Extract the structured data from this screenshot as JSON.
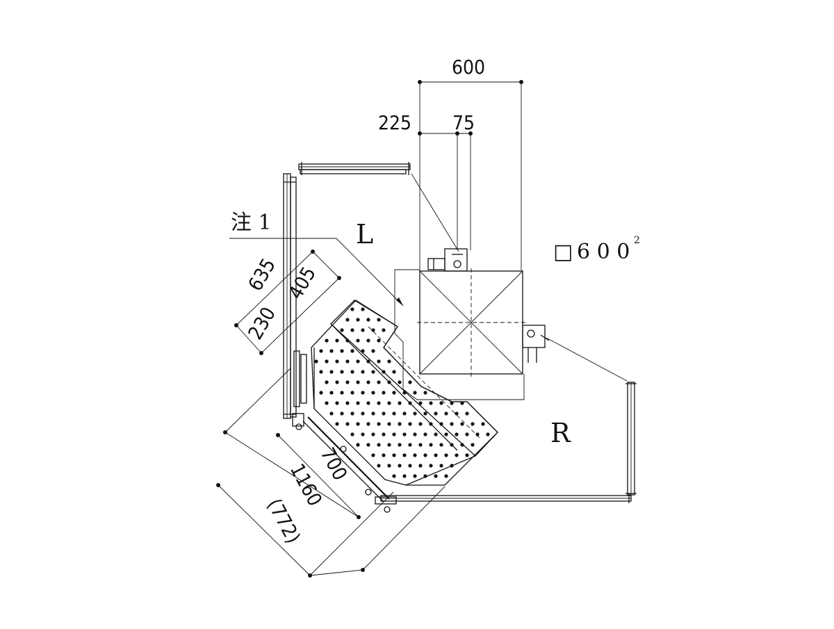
{
  "labels": {
    "dim_top": "600",
    "dim_225": "225",
    "dim_75": "75",
    "note": "注 1",
    "left_label": "L",
    "right_label": "R",
    "square_symbol": "□",
    "square_size": "6 0 0",
    "square_sup": "2",
    "dim_635": "635",
    "dim_405": "405",
    "dim_230": "230",
    "dim_700": "700",
    "dim_1160": "1160",
    "dim_772": "(772)"
  },
  "colors": {
    "line": "#111111",
    "background": "#ffffff"
  }
}
